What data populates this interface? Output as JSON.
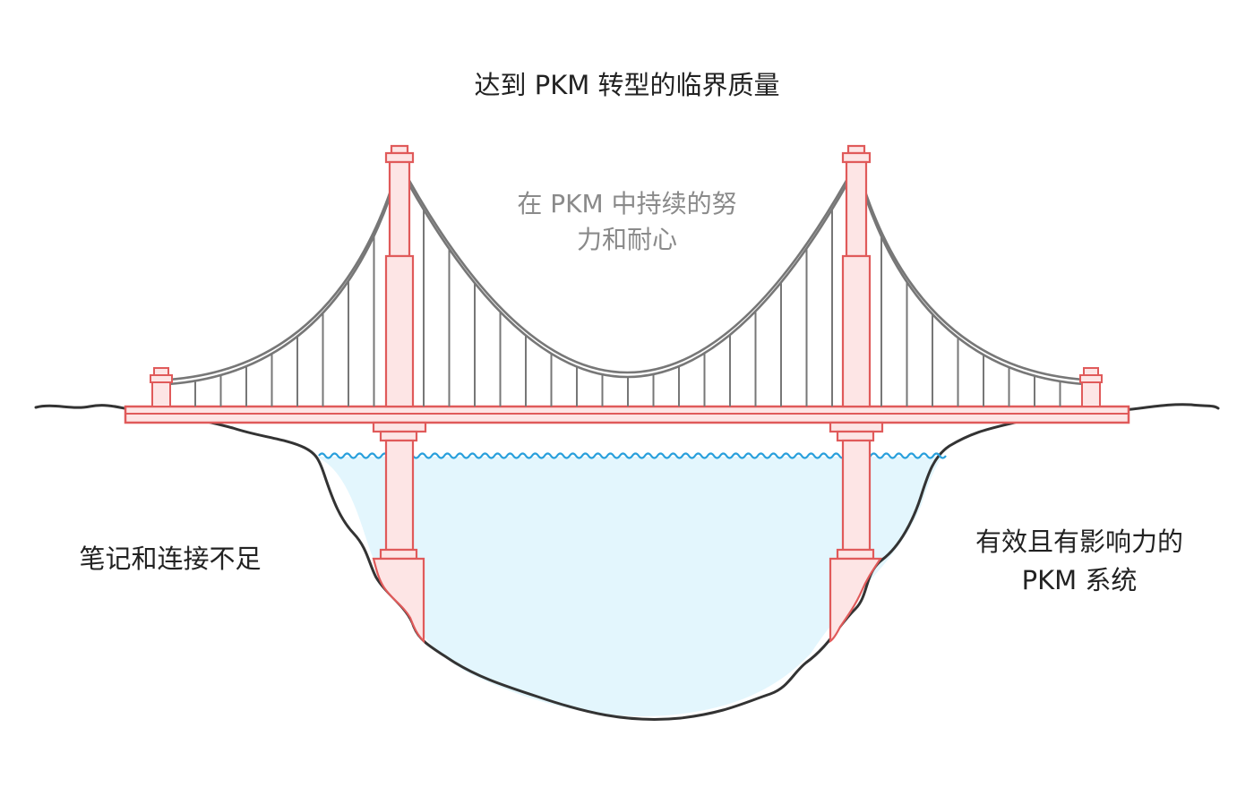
{
  "title": "达到 PKM 转型的临界质量",
  "effort_label": {
    "line1": "在 PKM 中持续的努",
    "line2": "力和耐心"
  },
  "left_label": "笔记和连接不足",
  "right_label": {
    "line1": "有效且有影响力的",
    "line2": "PKM 系统"
  },
  "colors": {
    "bridge_stroke": "#e05a5a",
    "bridge_fill": "#fde5e5",
    "cable": "#777777",
    "water_fill": "#e3f6fd",
    "water_line": "#2aa0dc",
    "ground": "#333333"
  }
}
